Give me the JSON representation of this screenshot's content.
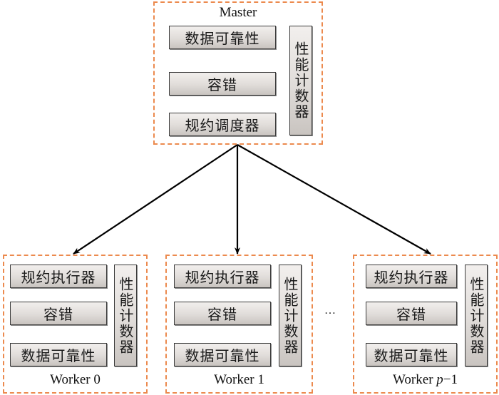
{
  "master": {
    "title": "Master",
    "modules": [
      "数据可靠性",
      "容错",
      "规约调度器"
    ],
    "side_module": "性能计数器"
  },
  "workers": [
    {
      "title": "Worker 0",
      "title_prefix": "Worker ",
      "title_var": "",
      "title_suffix": "0",
      "modules": [
        "规约执行器",
        "容错",
        "数据可靠性"
      ],
      "side_module": "性能计数器"
    },
    {
      "title": "Worker 1",
      "title_prefix": "Worker ",
      "title_var": "",
      "title_suffix": "1",
      "modules": [
        "规约执行器",
        "容错",
        "数据可靠性"
      ],
      "side_module": "性能计数器"
    },
    {
      "title": "Worker p-1",
      "title_prefix": "Worker ",
      "title_var": "p",
      "title_suffix": "−1",
      "modules": [
        "规约执行器",
        "容错",
        "数据可靠性"
      ],
      "side_module": "性能计数器"
    }
  ],
  "ellipsis": "…",
  "colors": {
    "node_border": "#ec8a4e",
    "arrow": "#000000",
    "module_border": "#3a3a3a"
  }
}
